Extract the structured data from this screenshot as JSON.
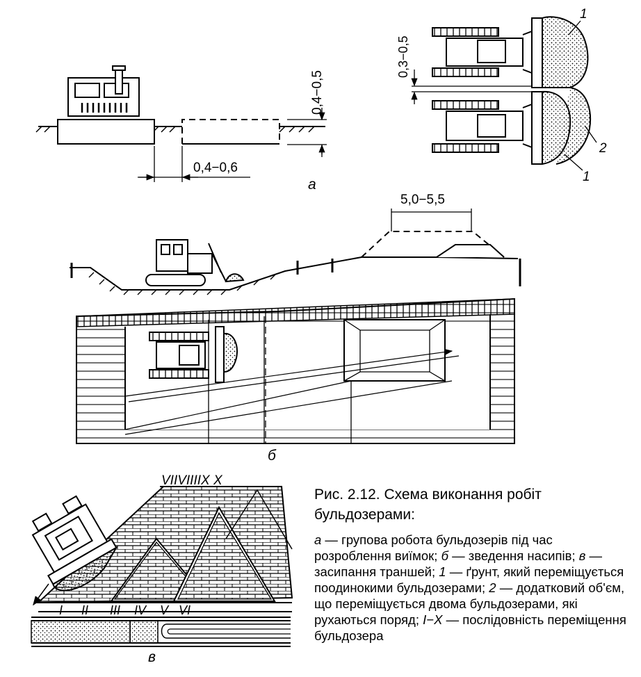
{
  "labels": {
    "dim_a_depth": "0,4−0,5",
    "dim_a_gap": "0,4−0,6",
    "dim_a_spacing": "0,3−0,5",
    "marker_1_top": "1",
    "marker_2": "2",
    "marker_1_bottom": "1",
    "sub_a": "а",
    "dim_b_top": "5,0−5,5",
    "sub_b": "б",
    "sub_v": "в",
    "seq_top": "VIIVIIIIX X",
    "seq_bottom": [
      "I",
      "II",
      "III",
      "IV",
      "V",
      "VI"
    ]
  },
  "caption": {
    "title": "Рис. 2.12. Схема виконання робіт бульдозерами:",
    "a_key": "а",
    "a_text": " — групова робота бульдозерів під час розроблення виїмок; ",
    "b_key": "б",
    "b_text": " — зведення насипів; ",
    "v_key": "в",
    "v_text": " — засипання траншей; ",
    "k1_key": "1",
    "k1_text": " — ґрунт, який переміщується поодинокими бульдозерами; ",
    "k2_key": "2",
    "k2_text": " — додатковий об'єм, що переміщується двома бульдозерами, які рухаються поряд; ",
    "kx_key": "I−X",
    "kx_text": " — послідовність переміщення бульдозера"
  }
}
